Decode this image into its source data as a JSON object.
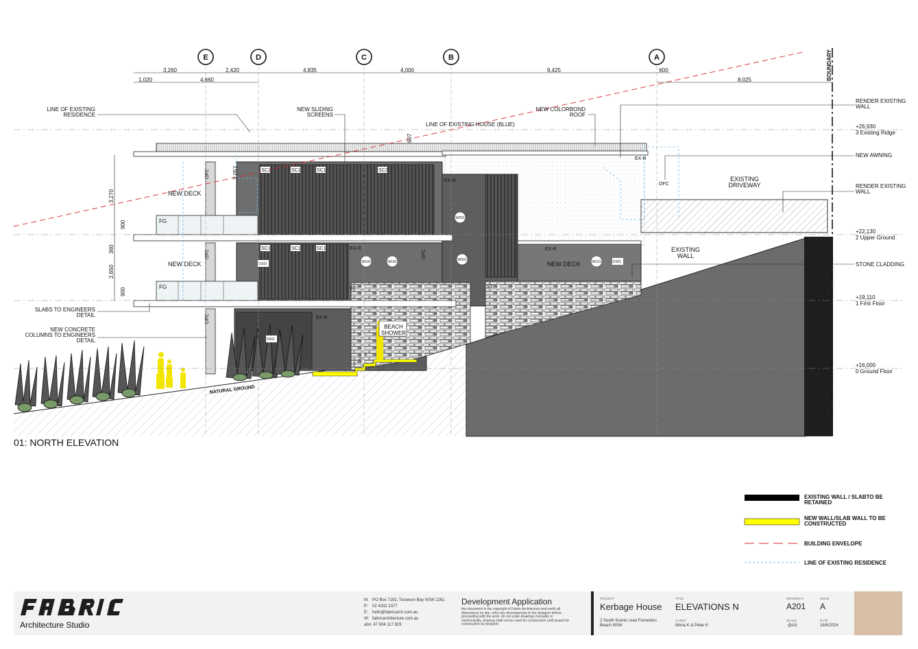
{
  "drawing_title": "01: NORTH ELEVATION",
  "grid_markers": [
    "E",
    "D",
    "C",
    "B",
    "A"
  ],
  "boundary_label": "BOUNDARY",
  "dimensions_top": [
    "3,260",
    "2,420",
    "4,835",
    "4,000",
    "9,425",
    "600"
  ],
  "dimensions_second": [
    "1,020",
    "4,660",
    "8,025"
  ],
  "dimensions_vertical": [
    "3,057",
    "3,270",
    "900",
    "360",
    "2,650",
    "900",
    "607"
  ],
  "annotations": {
    "line_existing_residence": [
      "LINE OF EXISTING",
      "RESIDENCE"
    ],
    "new_sliding_screens": [
      "NEW SLIDING",
      "SCREENS"
    ],
    "line_existing_house": "LINE OF EXISTING HOUSE (BLUE)",
    "new_colorbond_roof": [
      "NEW COLORBOND",
      "ROOF"
    ],
    "slabs_engineers": [
      "SLABS TO ENGINEERS",
      "DETAIL"
    ],
    "new_concrete_columns": [
      "NEW CONCRETE",
      "COLUMNS TO ENGINEERS",
      "DETAIL"
    ],
    "natural_ground": "NATURAL GROUND",
    "new_deck_upper": "NEW DECK",
    "new_deck_lower": "NEW DECK",
    "new_deck_right": "NEW DECK",
    "existing_driveway": [
      "EXISTING",
      "DRIVEWAY"
    ],
    "existing_wall": [
      "EXISTING",
      "WALL"
    ],
    "beach_shower": [
      "BEACH",
      "SHOWER"
    ]
  },
  "right_labels": {
    "render_existing_wall_top": [
      "RENDER EXISTING",
      "WALL"
    ],
    "existing_ridge": [
      "+26,930",
      "3 Existing Ridge"
    ],
    "new_awning": "NEW AWNING",
    "render_existing_wall_mid": [
      "RENDER EXISTING",
      "WALL"
    ],
    "upper_ground": [
      "+22,130",
      "2 Upper Ground"
    ],
    "stone_cladding": "STONE CLADDING",
    "first_floor": [
      "+19,110",
      "1 First Floor"
    ],
    "ground_floor": [
      "+16,000",
      "0 Ground Floor"
    ]
  },
  "tags": {
    "ofc": "OFC",
    "fg": "FG",
    "sc1": "SC1",
    "sc2": "SC2",
    "exr": "EX-R",
    "st": "ST",
    "w201": "W201",
    "w001": "W001",
    "w103": "W103",
    "w102": "W102",
    "w101": "W101",
    "d103": "D103",
    "d101": "D101",
    "d001": "D001",
    "step1": "1",
    "step2": "2",
    "step3": "3"
  },
  "legend": [
    {
      "text": [
        "EXISTING WALL / SLABTO BE",
        "RETAINED"
      ],
      "style": "black",
      "color": "#000000"
    },
    {
      "text": [
        "NEW WALL/SLAB WALL TO BE",
        "CONSTRUCTED"
      ],
      "style": "yellow",
      "color": "#ffff00"
    },
    {
      "text": [
        "BUILDING ENVELOPE"
      ],
      "style": "red-dash",
      "color": "#d9262e"
    },
    {
      "text": [
        "LINE OF EXISTING RESIDENCE"
      ],
      "style": "blue-dash",
      "color": "#6fb7e6"
    }
  ],
  "title_block": {
    "studio": "Architecture Studio",
    "contact": [
      {
        "key": "M:",
        "value": "PO Box 7192, Toowoon Bay NSW 2261"
      },
      {
        "key": "P:",
        "value": "02 4332 1377"
      },
      {
        "key": "E:",
        "value": "hello@fabricarch.com.au"
      },
      {
        "key": "W:",
        "value": "fabricarchitecture.com.au"
      }
    ],
    "abn": "abn: 47 634 117 829",
    "stage": "Development Application",
    "disclaimer": [
      "this document is the copyright of Fabric Architecture and verify all",
      "dimensions on site. refer any discrepancies to the designer before",
      "proceeding with the work. do not scale drawings manually or",
      "electronically. drawing shall not be used for construction until issued for",
      "construction by designer."
    ],
    "project_label": "PROJECT",
    "project": "Kerbage House",
    "address": [
      "2 South Scenic road Forresters",
      "Beach NSW"
    ],
    "title_label": "TITLE",
    "title": "ELEVATIONS N",
    "client_label": "CLIENT",
    "client": "Mona K & Peter K",
    "drawing_label": "DRAWING #",
    "drawing_no": "A201",
    "issue_label": "ISSUE",
    "issue": "A",
    "scale_label": "SCALE",
    "scale": "@A3",
    "date_label": "DATE",
    "date": "16/6/2024"
  }
}
